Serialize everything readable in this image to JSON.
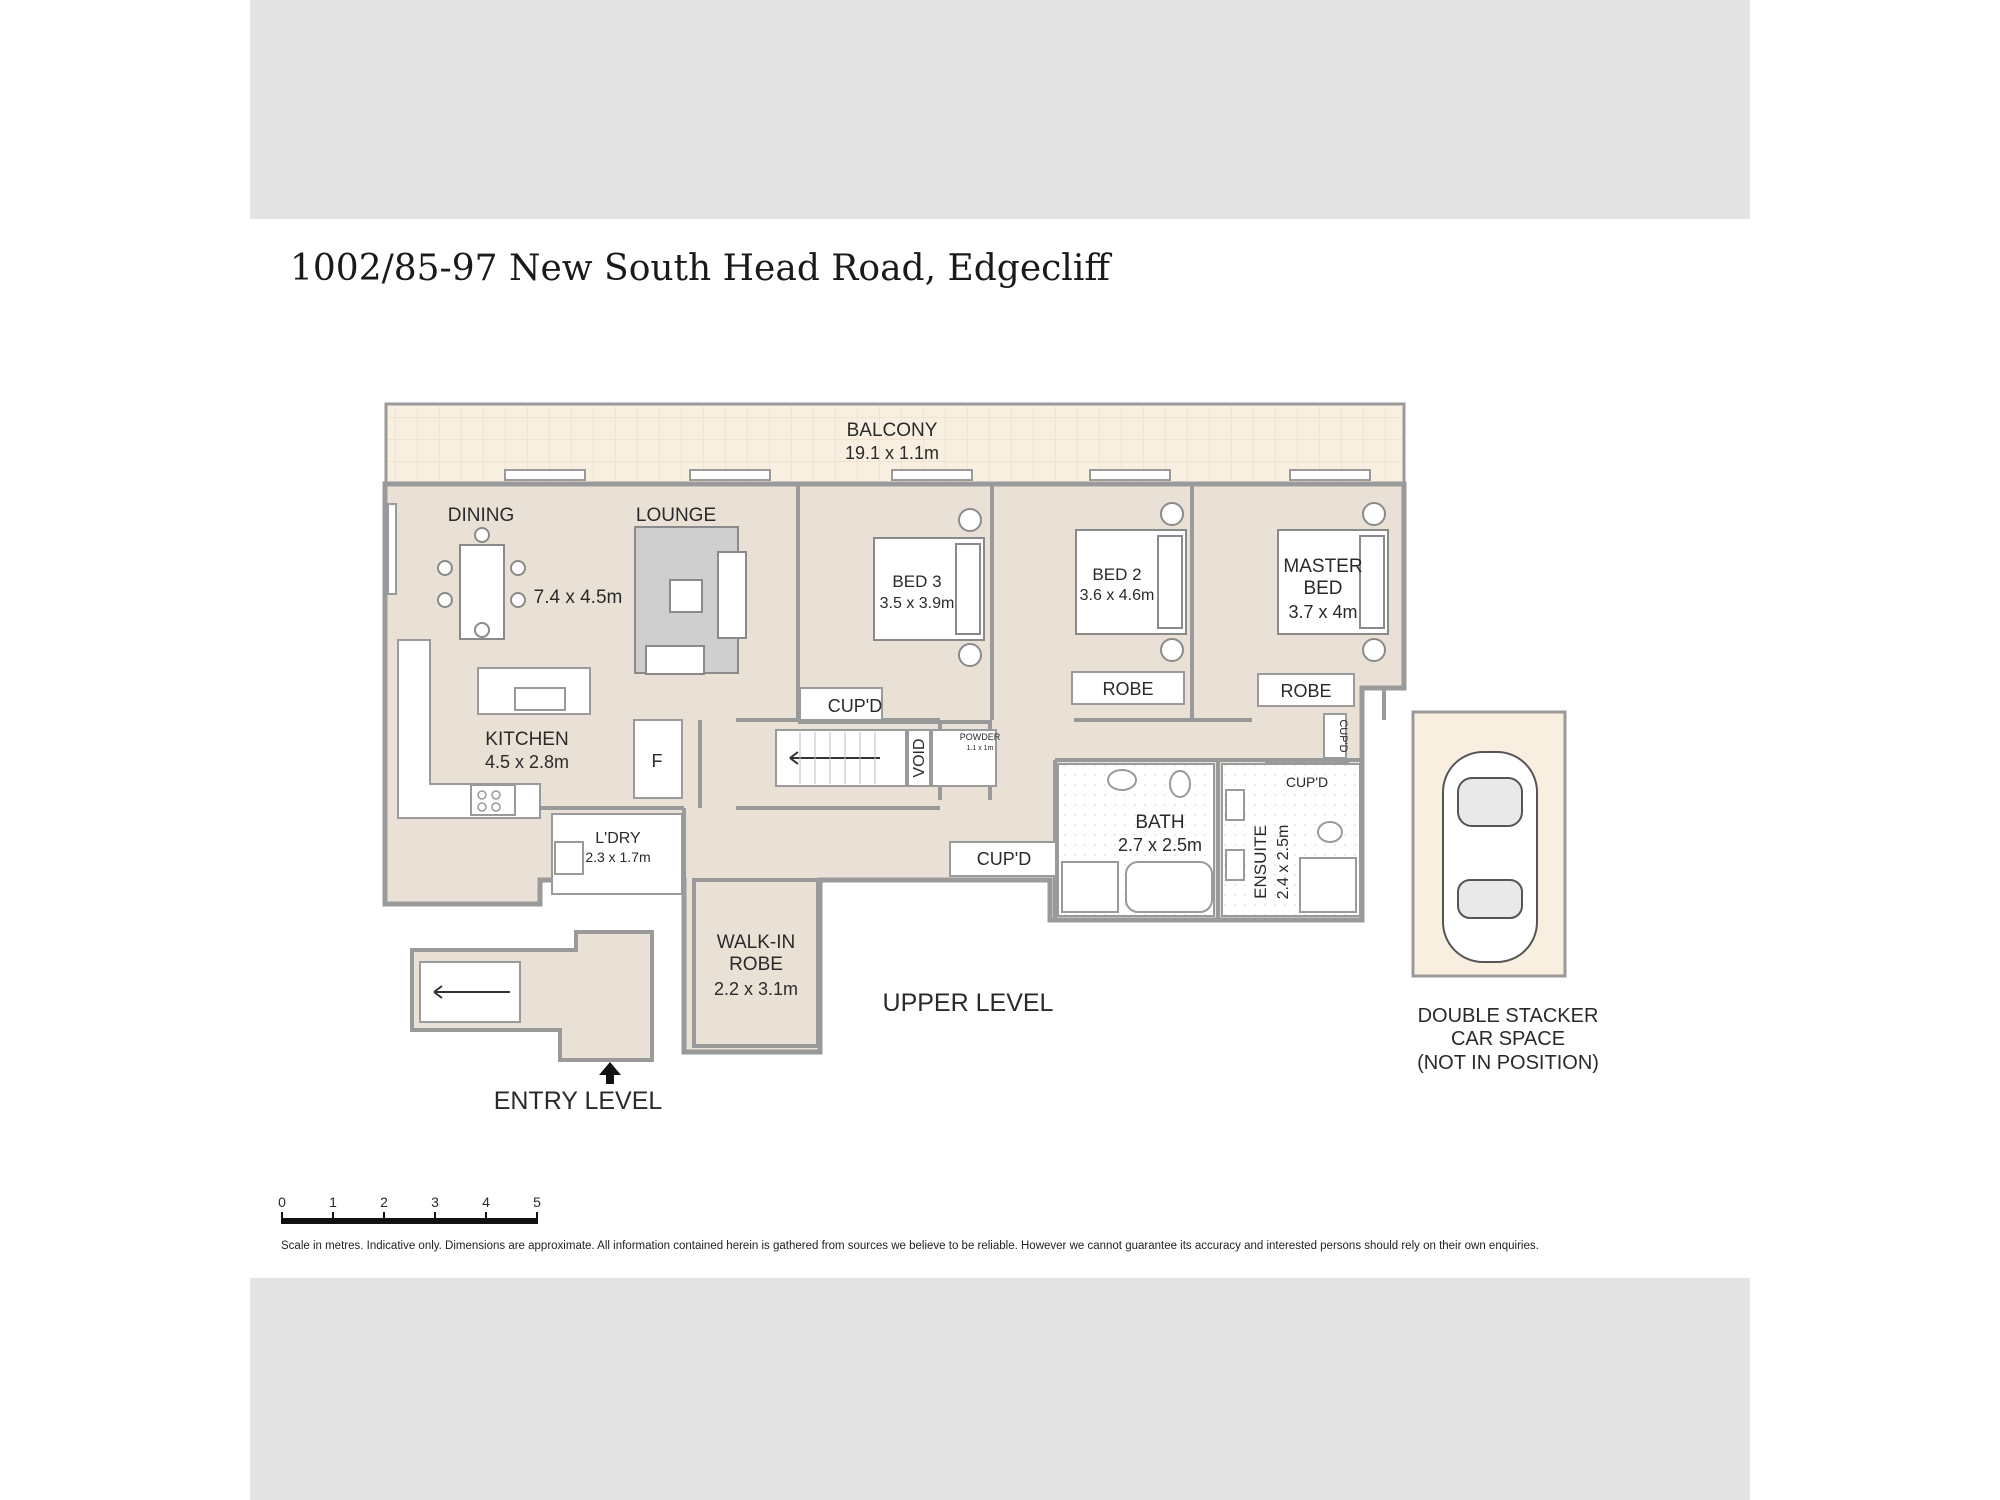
{
  "title": "1002/85-97 New South Head Road, Edgecliff",
  "rooms": {
    "balcony": {
      "name": "BALCONY",
      "dims": "19.1 x 1.1m"
    },
    "dining": {
      "name": "DINING"
    },
    "lounge": {
      "name": "LOUNGE"
    },
    "living_dims": "7.4 x 4.5m",
    "kitchen": {
      "name": "KITCHEN",
      "dims": "4.5 x 2.8m"
    },
    "fridge": "F",
    "laundry": {
      "name": "L'DRY",
      "dims": "2.3 x 1.7m"
    },
    "walkin": {
      "name1": "WALK-IN",
      "name2": "ROBE",
      "dims": "2.2 x 3.1m"
    },
    "bed3": {
      "name": "BED 3",
      "dims": "3.5 x 3.9m"
    },
    "bed2": {
      "name": "BED 2",
      "dims": "3.6 x 4.6m"
    },
    "master": {
      "name1": "MASTER",
      "name2": "BED",
      "dims": "3.7 x 4m"
    },
    "cupd": "CUP'D",
    "robe": "ROBE",
    "void": "VOID",
    "powder": "POWDER",
    "powder_dims": "1.1 x 1m",
    "bath": {
      "name": "BATH",
      "dims": "2.7 x 2.5m"
    },
    "ensuite": {
      "name": "ENSUITE",
      "dims": "2.4 x 2.5m"
    }
  },
  "levels": {
    "upper": "UPPER LEVEL",
    "entry": "ENTRY LEVEL"
  },
  "car": {
    "line1": "DOUBLE STACKER",
    "line2": "CAR SPACE",
    "line3": "(NOT IN POSITION)"
  },
  "scale": {
    "ticks": [
      "0",
      "1",
      "2",
      "3",
      "4",
      "5"
    ]
  },
  "disclaimer": "Scale in metres. Indicative only. Dimensions are approximate. All information contained herein is gathered from sources we believe to be reliable. However we cannot guarantee its accuracy and interested persons should rely on their own enquiries.",
  "colors": {
    "floor": "#e9e1d6",
    "balcony": "#f9efe0",
    "wall": "#9a9a9a",
    "furniture": "#ffffff",
    "lounge_rug": "#cfcfcf"
  }
}
